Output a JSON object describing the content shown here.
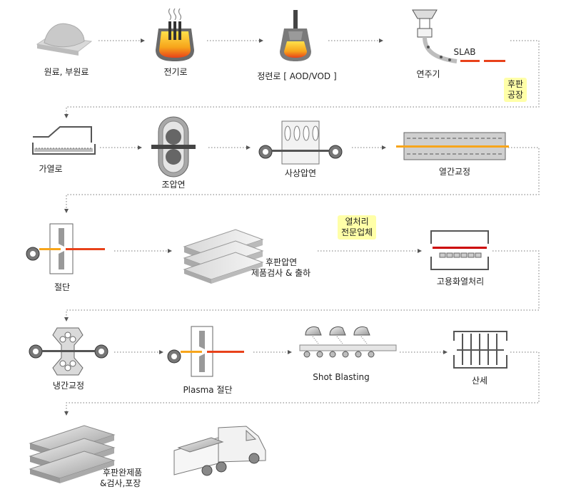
{
  "steps": {
    "raw_material": "원료, 부원료",
    "electric_furnace": "전기로",
    "refining_furnace": "정련로 [ AOD/VOD ]",
    "continuous_casting": "연주기",
    "slab": "SLAB",
    "reheating_furnace": "가열로",
    "rough_rolling": "조압연",
    "finish_rolling": "사상압연",
    "hot_leveling": "열간교정",
    "cutting": "절단",
    "plate_rolling_line1": "후판압연",
    "plate_rolling_line2": "제품검사 & 출하",
    "solution_heat_treatment": "고용화열처리",
    "cold_leveling": "냉간교정",
    "plasma_cutting": "Plasma 절단",
    "shot_blasting": "Shot Blasting",
    "pickling": "산세",
    "finished_line1": "후판완제품",
    "finished_line2": "&검사,포장"
  },
  "badges": {
    "plate_mill_line1": "후판",
    "plate_mill_line2": "공장",
    "heat_treat_line1": "열처리",
    "heat_treat_line2": "전문업체"
  },
  "colors": {
    "badge_bg": "#ffffa8",
    "hot_steel": "#e8421a",
    "molten": "#f7a51b",
    "flow_line": "#777777"
  }
}
